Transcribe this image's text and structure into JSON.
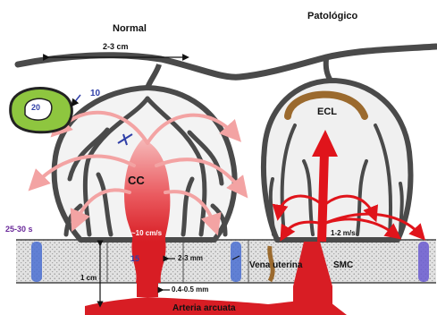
{
  "labels": {
    "normal": "Normal",
    "pathologic": "Patológico",
    "width_measure": "2-3 cm",
    "tag_10": "10",
    "tag_20": "20",
    "cc": "CC",
    "ecl": "ECL",
    "flow_normal": "~10 cm/s",
    "flow_pathologic": "1-2 m/s",
    "range_left": "25-30 s",
    "tag_15": "15",
    "depth_1cm": "1 cm",
    "size_23mm": "2-3 mm",
    "size_0405mm": "0.4-0.5 mm",
    "vena": "Vena uterina",
    "smc": "SMC",
    "arteria": "Arteria arcuata"
  },
  "colors": {
    "villi_stroke": "#4a4a4a",
    "villi_fill": "#eeeeee",
    "artery_red": "#e0141b",
    "flow_pink": "#f3a3a3",
    "band_grey": "#cfcfcf",
    "vein_blue": "#4a6fd1",
    "ecl_brown": "#9b6a2e",
    "tag_blue": "#2f3fa7",
    "tag_purple": "#6a2a9a"
  }
}
